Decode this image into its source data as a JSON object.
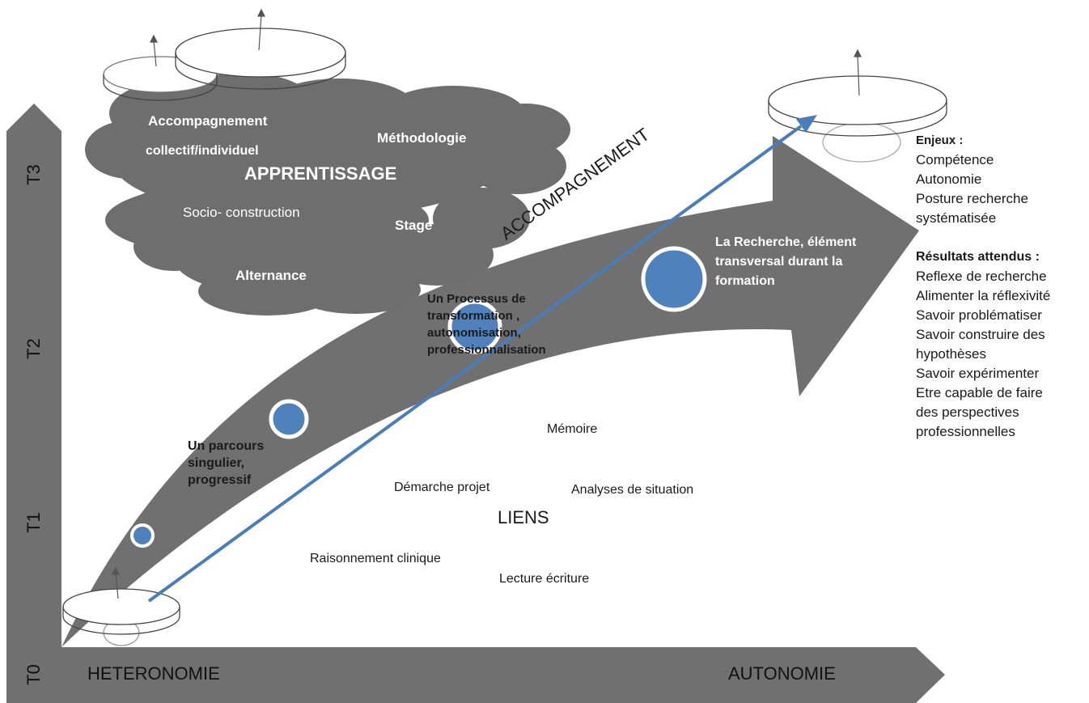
{
  "colors": {
    "arrow_gray": "#707070",
    "cloud_gray": "#6e6e6e",
    "blue": "#4a7ebb",
    "text_dark": "#1a1a1a",
    "white": "#ffffff"
  },
  "icons": [
    "dish-icon",
    "arrow-up-icon"
  ],
  "time_ticks": [
    "T0",
    "T1",
    "T2",
    "T3"
  ],
  "x_axis": {
    "left_label": "HETERONOMIE",
    "right_label": "AUTONOMIE"
  },
  "cloud": {
    "title": "APPRENTISSAGE",
    "items": {
      "accompagnement": "Accompagnement",
      "collectif": "collectif/individuel",
      "methodologie": "Méthodologie",
      "socio": "Socio- construction",
      "stage": "Stage",
      "alternance": "Alternance"
    }
  },
  "main_arrow": {
    "diagonal_label": "ACCOMPAGNEMENT",
    "recherche": "La Recherche, élément transversal durant la formation",
    "processus": "Un Processus de transformation , autonomisation, professionnalisation",
    "parcours": "Un parcours singulier, progressif"
  },
  "liens": {
    "title": "LIENS",
    "items": {
      "memoire": "Mémoire",
      "demarche": "Démarche projet",
      "analyses": "Analyses de situation",
      "raisonnement": "Raisonnement clinique",
      "lecture": "Lecture écriture"
    }
  },
  "panel": {
    "enjeux_title": "Enjeux :",
    "enjeux": [
      "Compétence",
      "Autonomie",
      "Posture recherche systématisée"
    ],
    "resultats_title": "Résultats attendus :",
    "resultats": [
      "Reflexe de recherche",
      "Alimenter la réflexivité",
      "Savoir problématiser",
      "Savoir construire des hypothèses",
      "Savoir expérimenter",
      "Etre capable de faire des perspectives professionnelles"
    ]
  }
}
